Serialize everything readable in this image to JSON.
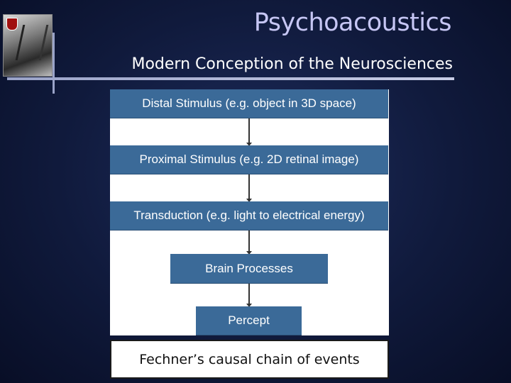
{
  "slide": {
    "title": "Psychoacoustics",
    "subtitle": "Modern Conception of the Neurosciences",
    "caption": "Fechner’s causal chain of events"
  },
  "diagram": {
    "steps": [
      "Distal Stimulus (e.g. object in 3D space)",
      "Proximal Stimulus (e.g. 2D retinal image)",
      "Transduction (e.g. light to electrical energy)",
      "Brain Processes",
      "Percept"
    ],
    "box_color": "#3b6a98"
  },
  "colors": {
    "background": "#101a3c",
    "title": "#c6c6f4",
    "subtitle": "#ffffff"
  }
}
